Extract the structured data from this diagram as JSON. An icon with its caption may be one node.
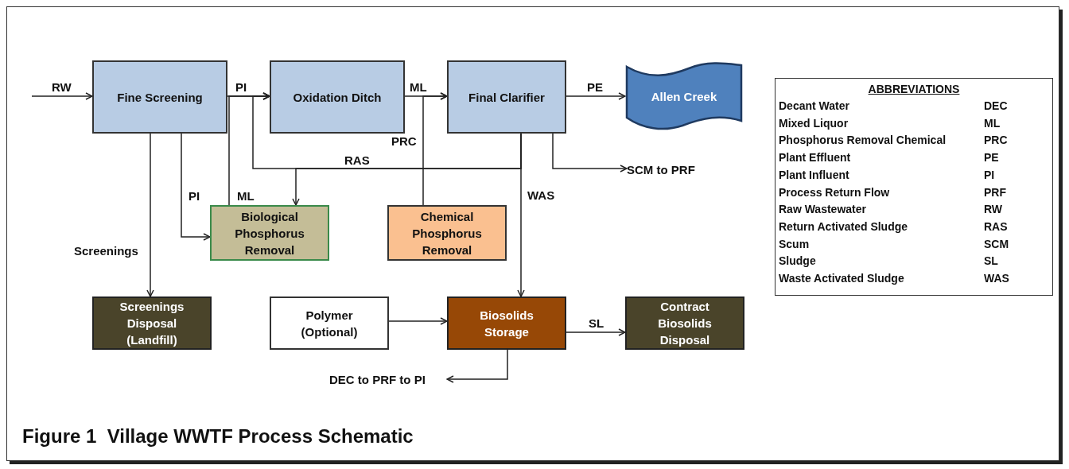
{
  "diagram": {
    "caption": "Figure 1  Village WWTF Process Schematic",
    "nodes": [
      {
        "text": [
          "Fine Screening"
        ]
      },
      {
        "text": [
          "Oxidation Ditch"
        ]
      },
      {
        "text": [
          "Final Clarifier"
        ]
      },
      {
        "text": [
          "Allen Creek"
        ]
      },
      {
        "text": [
          "Biological Phosphorus Removal"
        ]
      },
      {
        "text": [
          "Chemical Phosphorus Removal"
        ]
      },
      {
        "text": [
          "Screenings Disposal (Landfill)"
        ]
      },
      {
        "text": [
          "Polymer (Optional)"
        ]
      },
      {
        "text": [
          "Biosolids Storage"
        ]
      },
      {
        "text": [
          "Contract Biosolids Disposal"
        ]
      },
      {
        "text": [
          "SCM to PRF"
        ]
      },
      {
        "text": [
          "DEC to PRF to PI"
        ]
      }
    ],
    "edges": [
      {
        "from": null,
        "to": 0,
        "arrow": "to",
        "label": "RW"
      },
      {
        "from": 0,
        "to": 1,
        "arrow": "to",
        "label": "PI"
      },
      {
        "from": 4,
        "to": 1,
        "arrow": "to",
        "label": "ML"
      },
      {
        "from": 2,
        "to": 1,
        "arrow": "to",
        "label": "RAS"
      },
      {
        "from": 2,
        "to": 4,
        "arrow": "to"
      },
      {
        "from": 0,
        "to": 4,
        "arrow": "to",
        "label": "PI"
      },
      {
        "from": 1,
        "to": 2,
        "arrow": "to",
        "label": "ML"
      },
      {
        "from": 5,
        "to": 2,
        "arrow": "to",
        "label": "PRC"
      },
      {
        "from": 2,
        "to": 3,
        "arrow": "to",
        "label": "PE"
      },
      {
        "from": 2,
        "to": 10,
        "arrow": "to"
      },
      {
        "from": 2,
        "to": 8,
        "arrow": "to",
        "label": "WAS"
      },
      {
        "from": 0,
        "to": 6,
        "arrow": "to",
        "label": "Screenings"
      },
      {
        "from": 7,
        "to": 8,
        "arrow": "to"
      },
      {
        "from": 8,
        "to": 9,
        "arrow": "to",
        "label": "SL"
      },
      {
        "from": 8,
        "to": 11,
        "arrow": "to"
      }
    ],
    "labels": [
      "ABBREVIATIONS",
      "Decant Water",
      "DEC",
      "Mixed Liquor",
      "ML",
      "Phosphorus Removal Chemical",
      "PRC",
      "Plant Effluent",
      "PE",
      "Plant Influent",
      "PI",
      "Process Return Flow",
      "PRF",
      "Raw Wastewater",
      "RW",
      "Return Activated Sludge",
      "RAS",
      "Scum",
      "SCM",
      "Sludge",
      "SL",
      "Waste Activated Sludge",
      "WAS"
    ]
  }
}
